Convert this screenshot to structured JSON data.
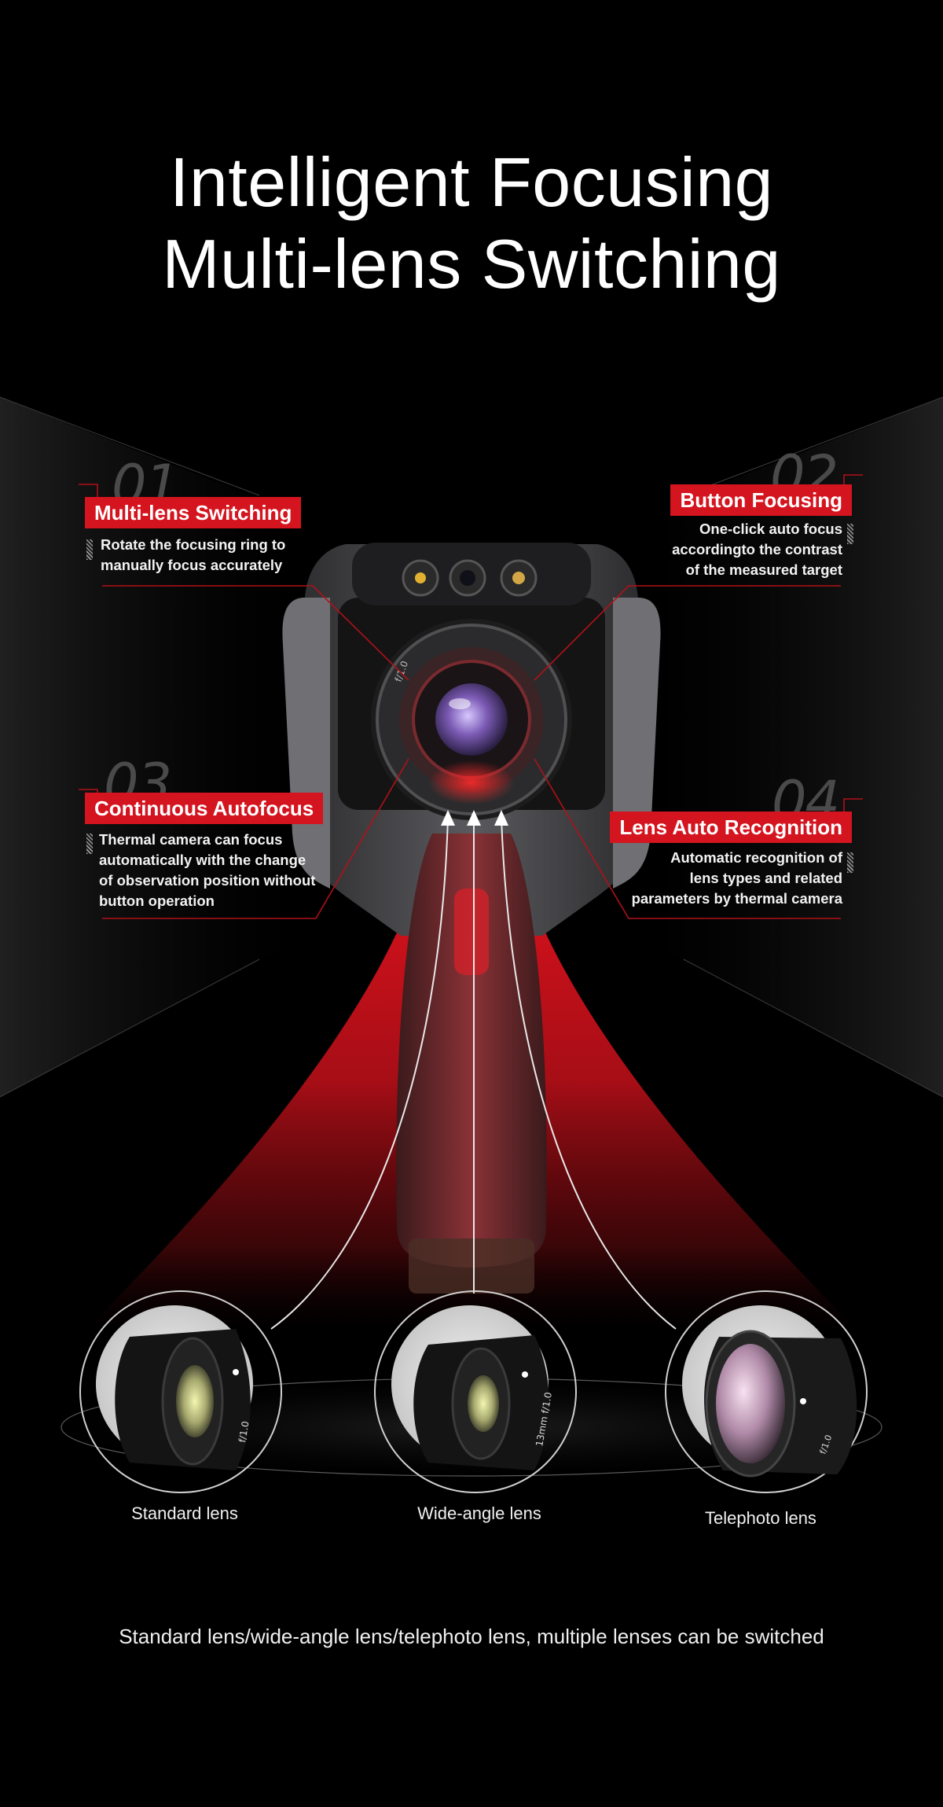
{
  "title": {
    "line1": "Intelligent Focusing",
    "line2": "Multi-lens Switching"
  },
  "features": [
    {
      "number": "01",
      "label": "Multi-lens Switching",
      "desc": [
        "Rotate the focusing ring to",
        "manually focus accurately"
      ]
    },
    {
      "number": "02",
      "label": "Button Focusing",
      "desc": [
        "One-click auto focus",
        "accordingto the contrast",
        "of the measured target"
      ]
    },
    {
      "number": "03",
      "label": "Continuous Autofocus",
      "desc": [
        "Thermal camera can focus",
        "automatically with the change",
        "of observation position without",
        "button operation"
      ]
    },
    {
      "number": "04",
      "label": "Lens Auto Recognition",
      "desc": [
        "Automatic recognition of",
        "lens types and related",
        "parameters by thermal camera"
      ]
    }
  ],
  "lenses": [
    {
      "label": "Standard lens",
      "engraving": "f/1.0"
    },
    {
      "label": "Wide-angle lens",
      "engraving": "13mm f/1.0"
    },
    {
      "label": "Telephoto lens",
      "engraving": "f/1.0"
    }
  ],
  "camera_ring_text": "f/1.0",
  "footer": "Standard lens/wide-angle lens/telephoto lens, multiple lenses can be switched",
  "colors": {
    "accent": "#d4141e",
    "background": "#000000",
    "number": "#4a4a4a"
  }
}
